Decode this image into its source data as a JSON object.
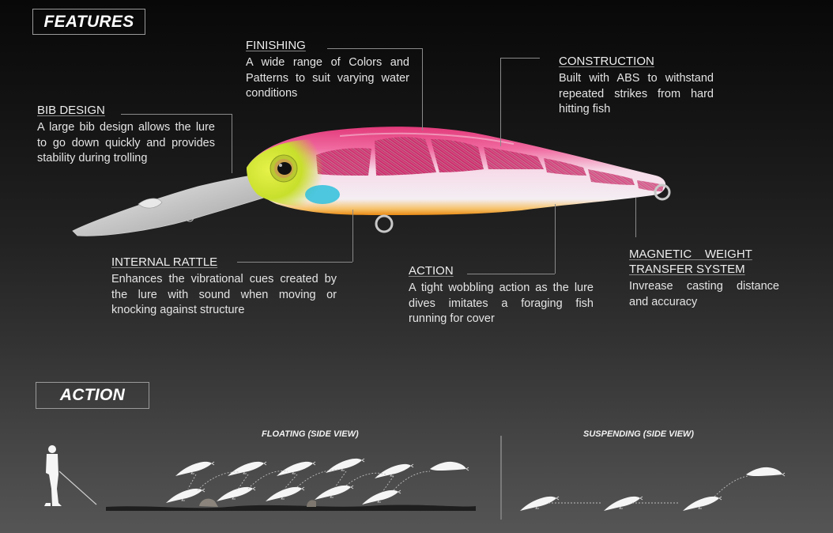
{
  "features": {
    "heading": "FEATURES",
    "items": [
      {
        "id": "finishing",
        "title": "FINISHING",
        "description": "A wide range of Colors and Patterns to suit varying water conditions"
      },
      {
        "id": "construction",
        "title": "CONSTRUCTION",
        "description": "Built with ABS to withstand repeated strikes from hard hitting fish"
      },
      {
        "id": "bib-design",
        "title": "BIB DESIGN",
        "description": "A large bib design allows the lure to go down quickly and provides stability during trolling"
      },
      {
        "id": "internal-rattle",
        "title": "INTERNAL RATTLE",
        "description": "Enhances the vibrational cues created by the lure with sound when moving or knocking against structure"
      },
      {
        "id": "action",
        "title": "ACTION",
        "description": "A tight wobbling action as the lure dives imitates a foraging fish running for cover"
      },
      {
        "id": "magnetic-weight",
        "title_line1": "MAGNETIC    WEIGHT",
        "title_line2": "TRANSFER SYSTEM",
        "description": "Invrease casting distance and accuracy"
      }
    ]
  },
  "action": {
    "heading": "ACTION",
    "floating_label": "FLOATING (SIDE VIEW)",
    "suspending_label": "SUSPENDING (SIDE VIEW)"
  },
  "colors": {
    "lure_pink": "#e8407f",
    "lure_white": "#f4e6ee",
    "lure_yellow": "#d8e83a",
    "lure_cyan": "#2fc0dc",
    "lure_orange": "#f29a1e",
    "bg_top": "#080808",
    "bg_bottom": "#555555",
    "leader_line": "#8a8a8a"
  }
}
